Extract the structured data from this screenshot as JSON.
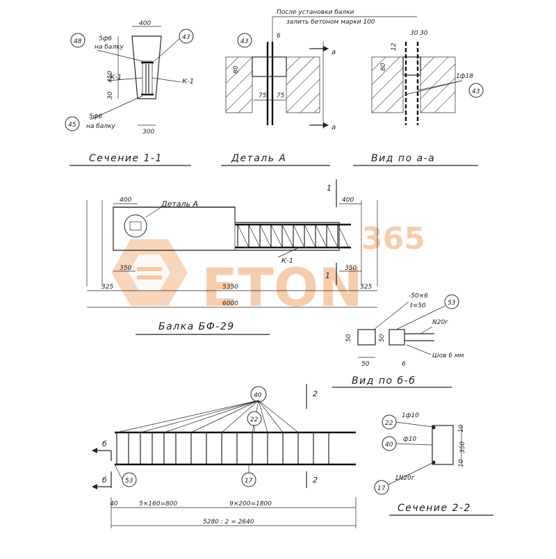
{
  "watermark": {
    "top": "365",
    "main": "ETON",
    "color": "#f0a56a"
  },
  "section_1_1": {
    "title": "Сечение 1-1",
    "dim_top": "400",
    "dim_bottom": "300",
    "dim_height": "450",
    "dim_small": "30",
    "rebar_top": "5ф6",
    "rebar_top_note": "на балку",
    "rebar_bottom": "5ф6",
    "rebar_bottom_note": "на балку",
    "label_k1_left": "К-1",
    "label_k1_right": "К-1",
    "tag_48": "48",
    "tag_43": "43",
    "tag_45": "45"
  },
  "detail_a": {
    "title": "Деталь А",
    "note_line1": "После установки балки",
    "note_line2": "залить бетоном марки 100",
    "tag_43": "43",
    "dim_6": "6",
    "dim_80": "80",
    "dim_75a": "75",
    "dim_75b": "75",
    "cut_a_top": "а",
    "cut_a_bottom": "а"
  },
  "view_a_a": {
    "title": "Вид по а-а",
    "dim_30a": "30",
    "dim_30b": "30",
    "dim_12": "12",
    "dim_80": "80",
    "rebar": "1ф18",
    "tag_43": "43"
  },
  "beam": {
    "title": "Балка БФ-29",
    "detail_label": "Деталь А",
    "frame_label": "К-1",
    "dim_400_left": "400",
    "dim_400_right": "400",
    "dim_350_left": "350",
    "dim_350_right": "350",
    "dim_325_left": "325",
    "dim_325_right": "325",
    "dim_5350": "5350",
    "dim_6000": "6000",
    "cut_top": "1",
    "cut_bottom": "1"
  },
  "view_b_b": {
    "title": "Вид по б-б",
    "plate": "-50×6",
    "plate_len": "ℓ=50",
    "tag_53": "53",
    "bar": "N20г",
    "weld": "Шов 6 мм",
    "dim_50_left": "50",
    "dim_50_right": "50",
    "dim_50_bottom": "50",
    "dim_6": "6"
  },
  "frame_k1": {
    "tag_40": "40",
    "tag_22": "22",
    "tag_17": "17",
    "tag_53": "53",
    "cut_2_top": "2",
    "cut_2_bottom": "2",
    "cut_b_top": "б",
    "cut_b_bottom": "б",
    "dim_40": "40",
    "dim_spacing_a": "5×160=800",
    "dim_spacing_b": "9×200=1800",
    "dim_total": "5280 : 2 = 2640"
  },
  "section_2_2": {
    "title": "Сечение 2-2",
    "tag_22": "22",
    "tag_40": "40",
    "tag_17": "17",
    "rebar_top": "1ф10",
    "rebar_mid": "ф10",
    "rebar_bottom": "1N20г",
    "dim_10a": "10",
    "dim_350": "350",
    "dim_10b": "10"
  }
}
